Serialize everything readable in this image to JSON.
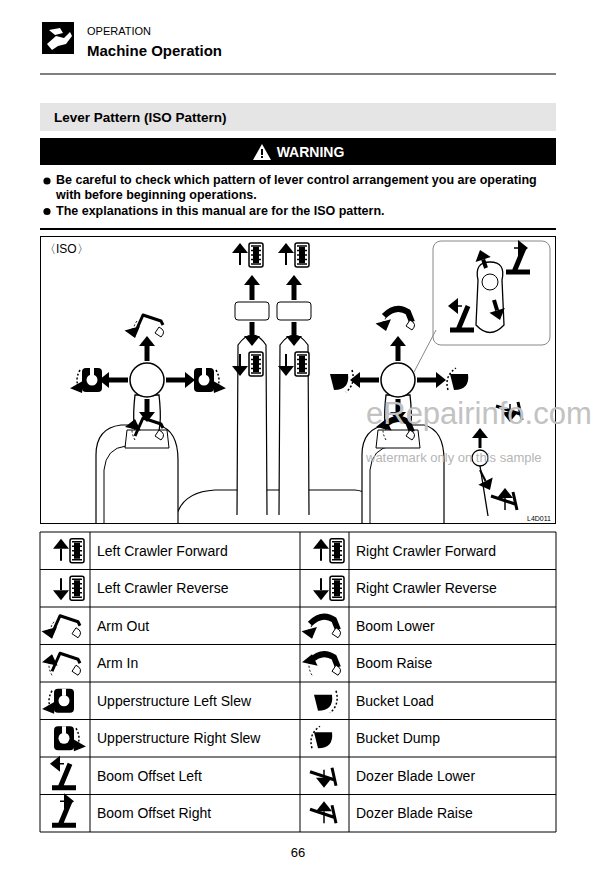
{
  "diagram": {
    "title": "Machine Operation",
    "nodes": [
      {
        "text": [
          "Lever Pattern (ISO Pattern)"
        ]
      },
      {
        "text": [
          "WARNING"
        ]
      },
      {
        "text": [
          "〈ISO〉",
          "L4D011"
        ]
      }
    ],
    "labels": [
      "OPERATION",
      "Be careful to check which pattern of lever control arrangement you are operating with before beginning operations.",
      "The explanations in this manual are for the ISO pattern.",
      "Left Crawler Forward",
      "Right Crawler Forward",
      "Left Crawler Reverse",
      "Right Crawler Reverse",
      "Arm Out",
      "Boom Lower",
      "Arm In",
      "Boom Raise",
      "Upperstructure Left Slew",
      "Bucket Load",
      "Upperstructure Right Slew",
      "Bucket Dump",
      "Boom Offset Left",
      "Dozer Blade Lower",
      "Boom Offset Right",
      "Dozer Blade Raise",
      "66",
      "eRepairinfo.com",
      "watermark only on this sample"
    ]
  }
}
